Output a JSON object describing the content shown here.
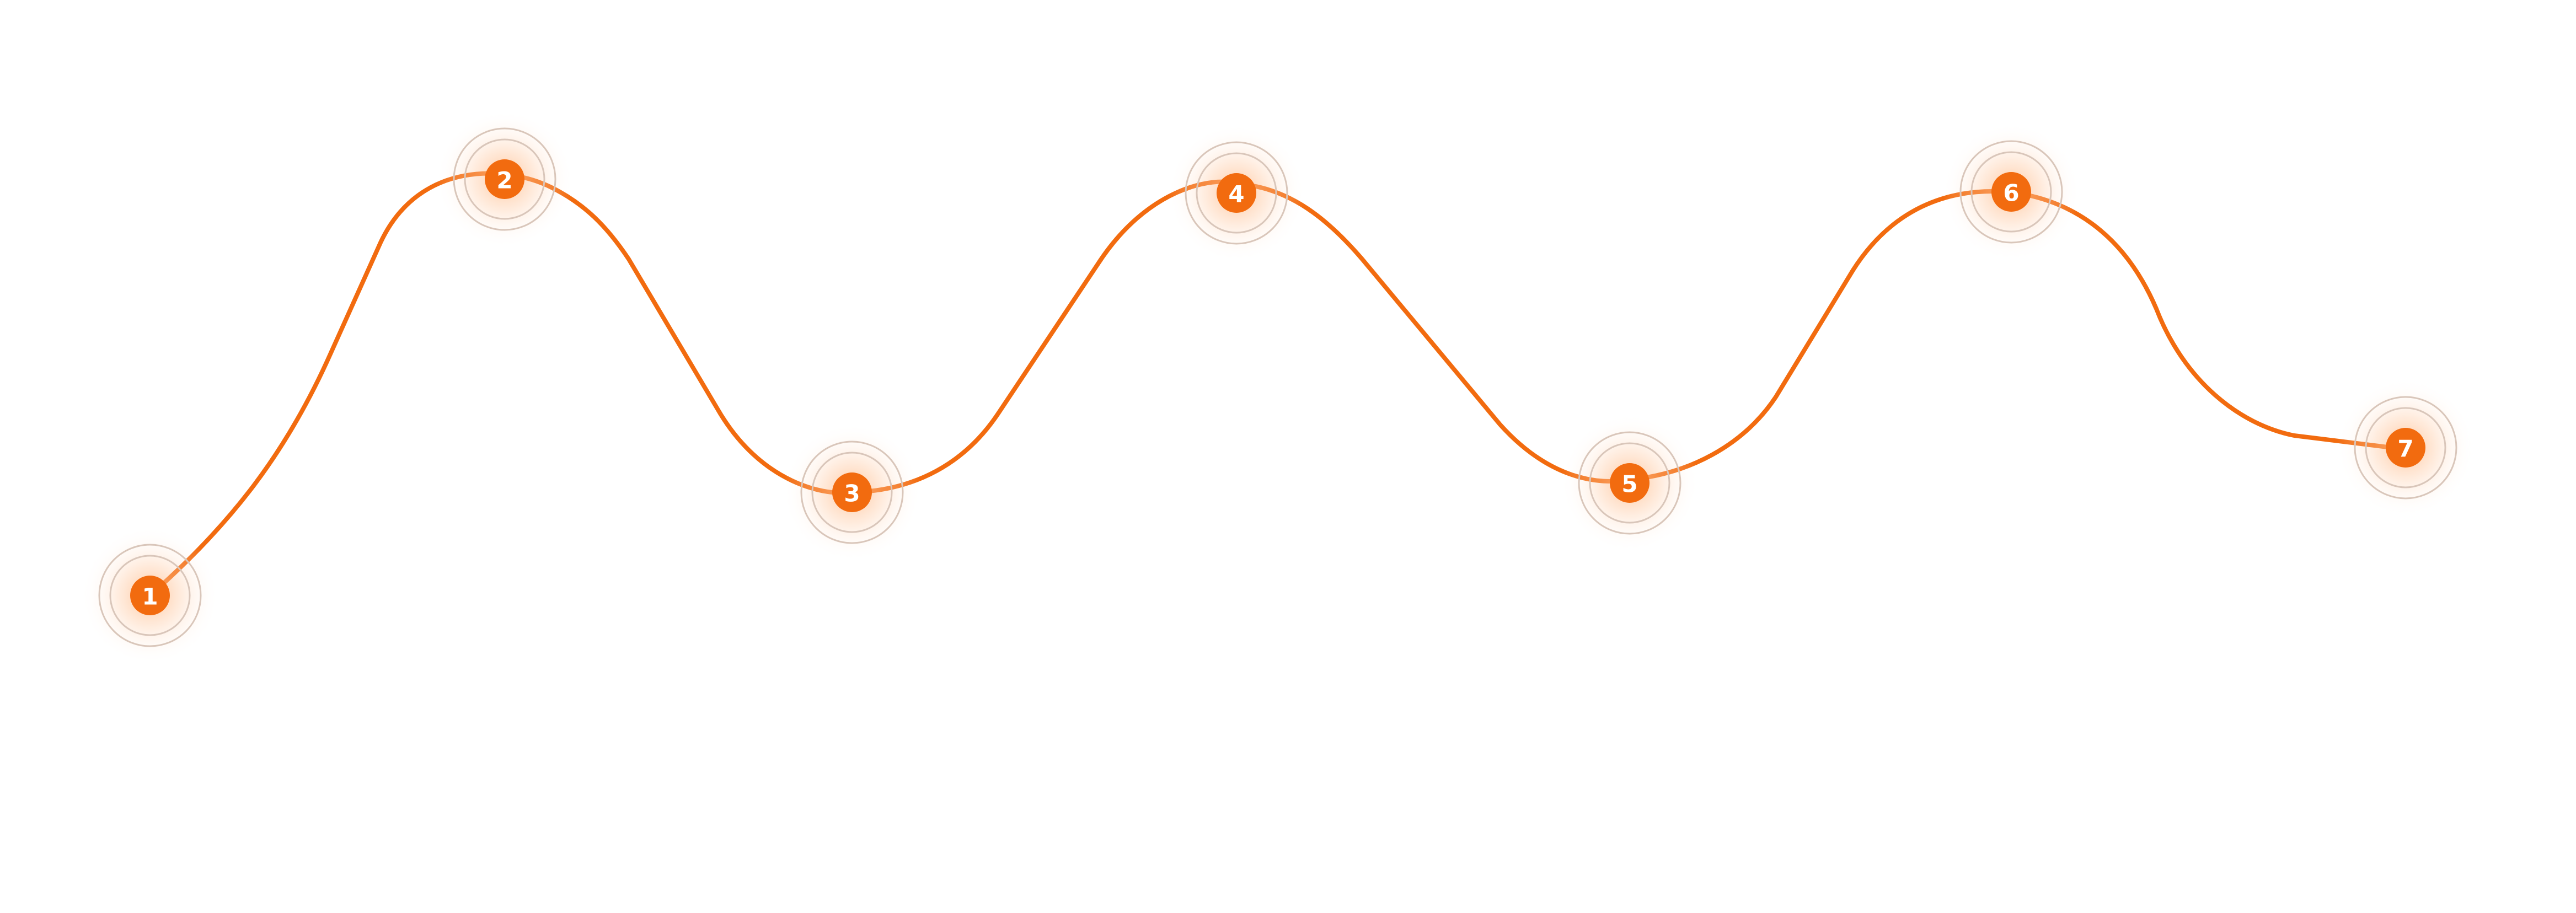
{
  "colors": {
    "accent": "#F26B0F",
    "ring": "#D9C6BA",
    "glow": "#FFB27A",
    "background": "#FFFFFF"
  },
  "steps": [
    {
      "label": "1"
    },
    {
      "label": "2"
    },
    {
      "label": "3"
    },
    {
      "label": "4"
    },
    {
      "label": "5"
    },
    {
      "label": "6"
    },
    {
      "label": "7"
    }
  ]
}
